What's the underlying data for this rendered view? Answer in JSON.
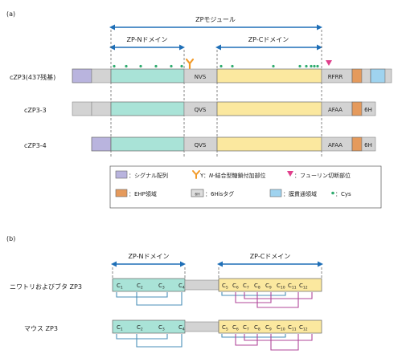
{
  "panel_a": {
    "label": "(a)",
    "zp_module": "ZPモジュール",
    "zp_n_domain": "ZP-Nドメイン",
    "zp_c_domain": "ZP-Cドメイン",
    "proteins": [
      {
        "name": "cZP3(437残基)",
        "mid_motif": "NVS",
        "end_motif": "RFRR",
        "tail": ""
      },
      {
        "name": "cZP3-3",
        "mid_motif": "QVS",
        "end_motif": "AFAA",
        "tail": "6H"
      },
      {
        "name": "cZP3-4",
        "mid_motif": "QVS",
        "end_motif": "AFAA",
        "tail": "6H"
      }
    ],
    "legend": {
      "signal": "：シグナル配列",
      "glyco_y": "Y",
      "glyco_n": "N",
      "glyco": "-結合型糖鎖付加部位",
      "furin": "：フューリン切断部位",
      "ehp": "：EHP領域",
      "his_box": "6H",
      "his": "：6Hisタグ",
      "tm": "：膜貫通領域",
      "cys": "：Cys"
    }
  },
  "panel_b": {
    "label": "(b)",
    "zp_n_domain": "ZP-Nドメイン",
    "zp_c_domain": "ZP-Cドメイン",
    "rows": [
      {
        "name": "ニワトリおよびブタ ZP3"
      },
      {
        "name": "マウス ZP3"
      }
    ],
    "c_main": "C",
    "n_cys": [
      "1",
      "2",
      "3",
      "4"
    ],
    "c_cys": [
      "5",
      "6",
      "7",
      "8",
      "9",
      "10",
      "11",
      "12"
    ]
  },
  "colors": {
    "signal": "#b9b4de",
    "ehp": "#e59a5c",
    "tm": "#9fd3ef",
    "zpn": "#a9e3d7",
    "zpc": "#fbe89f",
    "linker": "#d3d3d3",
    "cys": "#2eab6e",
    "arrow": "#1f6fb7",
    "glyco": "#f29a28",
    "furin": "#e0408c",
    "bond_n": "#4a8fb8",
    "bond_c": "#b0479a"
  }
}
